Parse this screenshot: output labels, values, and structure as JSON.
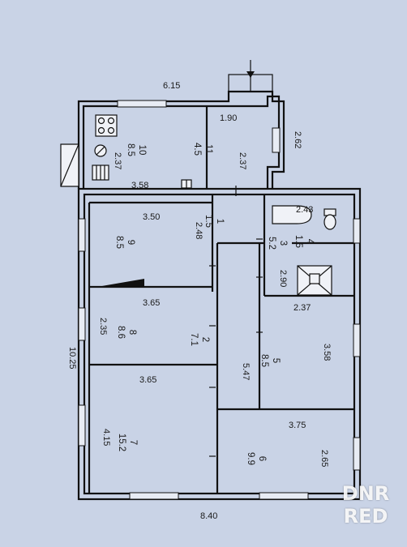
{
  "dimensions": {
    "top_width": "6.15",
    "bottom_width": "8.40",
    "left_height": "10.25",
    "kitchen_width": "3.58",
    "kitchen_height": "2.37",
    "bath_width": "1.90",
    "bath_height": "2.37",
    "annex_height": "2.62",
    "room9_width": "3.50",
    "room9_height": "2.48",
    "room8_width": "3.65",
    "room8_height": "2.35",
    "room7_width": "3.65",
    "room7_height": "4.15",
    "corridor_length": "5.47",
    "room3_width": "2.43",
    "room3_height": "2.90",
    "room5_width": "2.37",
    "room5_height": "3.58",
    "room6_width": "3.75",
    "room6_height": "2.65"
  },
  "rooms": [
    {
      "number": "10",
      "area": "8.5"
    },
    {
      "number": "11",
      "area": "4.5"
    },
    {
      "number": "9",
      "area": "8.5"
    },
    {
      "number": "1",
      "area": "1.5"
    },
    {
      "number": "3",
      "area": "5.2"
    },
    {
      "number": "4",
      "area": "1.5"
    },
    {
      "number": "8",
      "area": "8.6"
    },
    {
      "number": "2",
      "area": "7.1"
    },
    {
      "number": "5",
      "area": "8.5"
    },
    {
      "number": "7",
      "area": "15.2"
    },
    {
      "number": "6",
      "area": "9.9"
    }
  ],
  "watermark": {
    "line1": "DNR",
    "line2": "RED"
  },
  "colors": {
    "background": "#c9d3e6",
    "walls": "#111111"
  }
}
